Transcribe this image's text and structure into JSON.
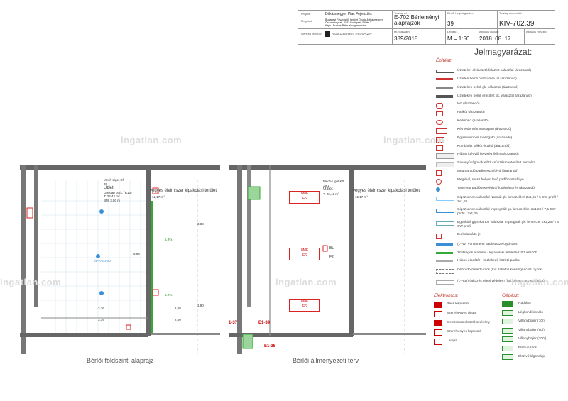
{
  "watermark": "ingatlan.com",
  "title_block": {
    "project_label": "Projekt:",
    "project": "Békásmegyer Piac Fejlesztés",
    "client_label": "Megbízó:",
    "client_lines": [
      "Budapest Főváros III. kerület Óbuda-Békásmegyer",
      "Önkormányzat , 1033 Budapest, Fő tér 3.",
      "Képv.: Puskás Péter alpolgármester"
    ],
    "designer_label": "Generál tervező:",
    "designer": "ÓBUDA-ÉPÍTÉSZ STÚDIÓ KFT",
    "plan_name_label": "Tervlap név:",
    "plan_name": "E-702 Bérleményi alaprajzok",
    "rental_no_label": "Bérlői helyiségszám:",
    "rental_no": "39",
    "plan_no_label": "Tervlap azonosító:",
    "plan_no": "KIV-702.39",
    "job_no_label": "Munkaszám:",
    "job_no": "389/2018",
    "scale_label": "Lépték:",
    "scale": "M = 1:50",
    "date_label": "Aktuális kiadás:",
    "date": "2018. 08. 17.",
    "revision_label": "Aktuális Revízió:"
  },
  "legend": {
    "title": "Jelmagyarázat:",
    "sec_build": "Építész:",
    "build_items": [
      "Üzleteket elválasztó falazott válaszfal (árazandó)",
      "Üzleten belüli hűtőkamra fal (árazandó)",
      "Üzleteken belüli gk. válaszfal (árazandó)",
      "Üzleteken belüli erősített gk. válaszfal (árazandó)",
      "Wc (árazandó)",
      "Falikút (árazandó)",
      "Kézmosó (árazandó)",
      "Kétmedencés mosogató (árazandó)",
      "Egymedencés mosogató (árazandó)",
      "Kombinált falikút tisztító (árazandó)",
      "Hűtést igénylő helyiség (klíma árazandó)",
      "Savanyúságosok előtti csúszásmentesített burkolat",
      "Megmaradó padlóösszefolyó (árazandó)",
      "Meglévő, rossz helyen levő padlóösszefolyó",
      "Tervezett padlóösszefolyó/ födémáttörés (árazandó)",
      "Gipszkarton válaszfal Normál gk. lemezekkel 2x1,25 / 5 CW profil / 2x1,25",
      "Gipszkarton válaszfal Impregnált gk. lemezekkel 2x1,25 / 7,5 CW profil / 2x1,25",
      "Egyoldali gipszkarton válaszfal Impregnált gk. lemezzel 2x1,25 / 7,5 CW profil",
      "Burkolatváltó jel",
      "(L-Rv) Vonalmenti padlóösszefolyó rács",
      "Zöldséges eladótér - kipakolási terület közötti küszöb",
      "Húsos eladótér - közlekedő közötti padka",
      "Önhordó detektívrács (Ind. lakatos konszignációs rajzok)",
      "(L-Rux) Ütközés elleni védelem (lsd. lakatos konszignáció)"
    ],
    "sec_elec": "Elektromos:",
    "elec_items": [
      "Rács kapcsoló",
      "Szerelvényes dugaj",
      "Elektromos elosztó szekrény",
      "Szerelvényes kapcsoló",
      "Lámpa"
    ],
    "sec_mech": "Gépész:",
    "mech_items": [
      "Radiátor",
      "Légkondícionáló",
      "Villanybojler (10l)",
      "Villanybojler (80l)",
      "Villanybojler (200l)",
      "Elszívó rács",
      "Elszívó légszelep"
    ]
  },
  "plan_left": {
    "caption": "Bérlői földszinti alaprajz",
    "room_tenant": "Mech-Liget Kft",
    "room_no": "39",
    "room_name": "Üzlet",
    "room_floor": "Greslap burk. (R13)",
    "room_area": "T: 22,42 m²",
    "room_height": "BM: 3,50 m",
    "neighbor": "vegyes élelmiszer kipakolási terület",
    "neighbor_area": "12,17 m²",
    "dims": [
      "5,98",
      "3,76",
      "3,76",
      "3,88",
      "2,00",
      "2,00",
      "1,90"
    ],
    "tags": [
      "L-Rx",
      "L-Rx",
      "ÜPA-2D-00"
    ]
  },
  "plan_right": {
    "caption": "Bérlői állmenyezeti terv",
    "room_tenant": "Mech-Liget Kft",
    "room_no": "39.1",
    "room_name": "Üzlet",
    "room_area": "T: 22,42 m²",
    "neighbor": "vegyes élelmiszer kipakolási terület",
    "neighbor_area": "12,17 m²",
    "light_label": "8MF",
    "light_code": "F6",
    "ceiling_mark": "BL",
    "ceiling_code": "F2",
    "section_marks": [
      "1-37",
      "E1-39",
      "E1-38"
    ]
  }
}
